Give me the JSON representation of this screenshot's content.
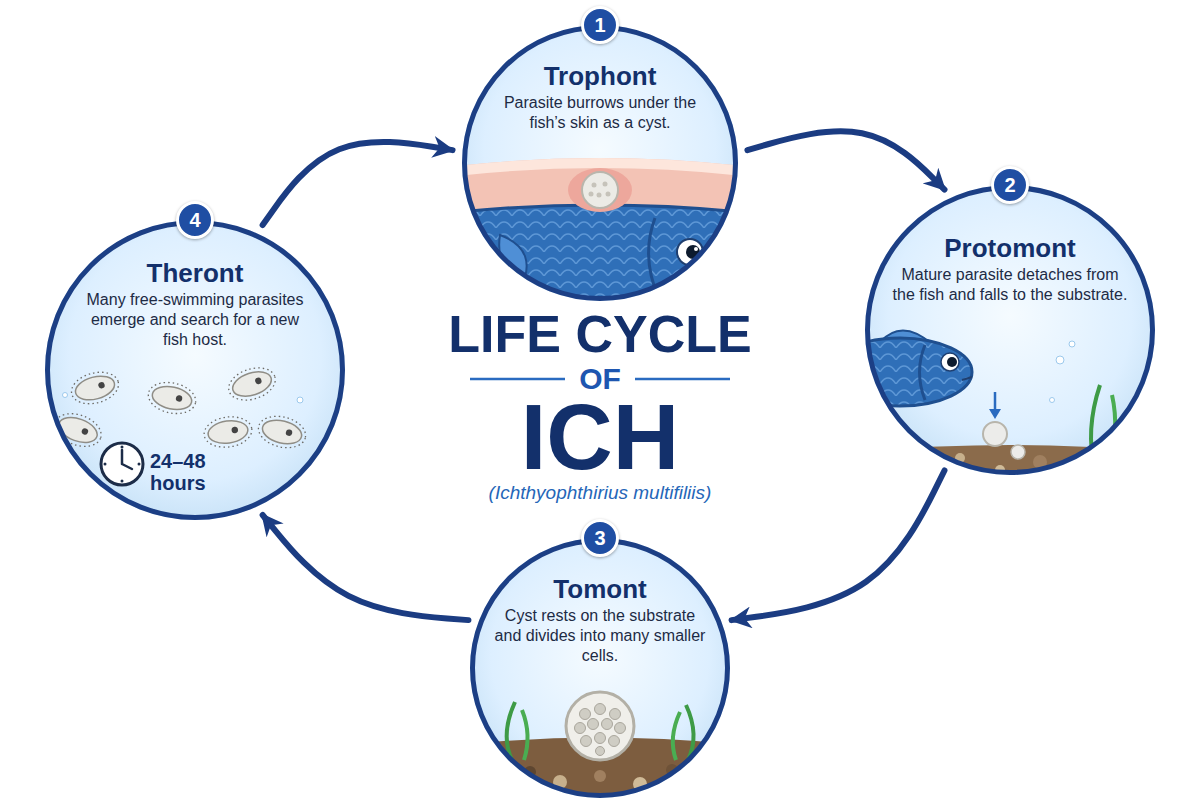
{
  "diagram": {
    "title": "LIFE CYCLE OF ICH",
    "caption": "(Ichthyophthirius multifiliis)",
    "nodes": [
      {
        "text": [
          "1",
          "Trophont",
          "Parasite burrows under the fish’s skin as a cyst."
        ]
      },
      {
        "text": [
          "2",
          "Protomont",
          "Mature parasite detaches from the fish and falls to the substrate."
        ]
      },
      {
        "text": [
          "3",
          "Tomont",
          "Cyst rests on the substrate and divides into many smaller cells."
        ]
      },
      {
        "text": [
          "4",
          "Theront",
          "Many free-swimming parasites emerge and search for a new fish host.",
          "24–48 hours"
        ]
      }
    ],
    "edges": [
      {
        "from": 0,
        "to": 1,
        "arrow": "to"
      },
      {
        "from": 1,
        "to": 2,
        "arrow": "to"
      },
      {
        "from": 2,
        "to": 3,
        "arrow": "to"
      },
      {
        "from": 3,
        "to": 0,
        "arrow": "to"
      }
    ]
  }
}
